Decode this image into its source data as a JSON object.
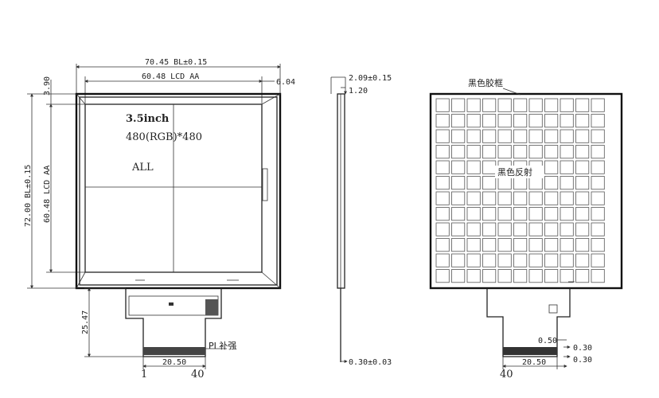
{
  "front_view": {
    "dims": {
      "bl_width": "70.45 BL±0.15",
      "aa_width": "60.48 LCD AA",
      "right_offset": "6.04",
      "top_offset": "3.90",
      "bl_height": "72.00 BL±0.15",
      "aa_height": "60.48 LCD AA",
      "fpc_length": "25.47",
      "pin_span": "20.50",
      "pin_first": "1",
      "pin_last": "40"
    },
    "screen_text": {
      "size": "3.5inch",
      "resolution": "480(RGB)*480",
      "mode": "ALL"
    },
    "fpc_label": "PI 补强"
  },
  "side_view": {
    "dims": {
      "total_thickness": "2.09±0.15",
      "panel_thickness": "1.20",
      "fpc_thickness": "0.30±0.03"
    }
  },
  "back_view": {
    "frame_label": "黑色胶框",
    "reflector_label": "黑色反射",
    "dims": {
      "pitch_upper": "0.50",
      "width_upper": "0.30",
      "width_lower": "0.30",
      "pin_span": "20.50",
      "pin_last": "40"
    }
  }
}
